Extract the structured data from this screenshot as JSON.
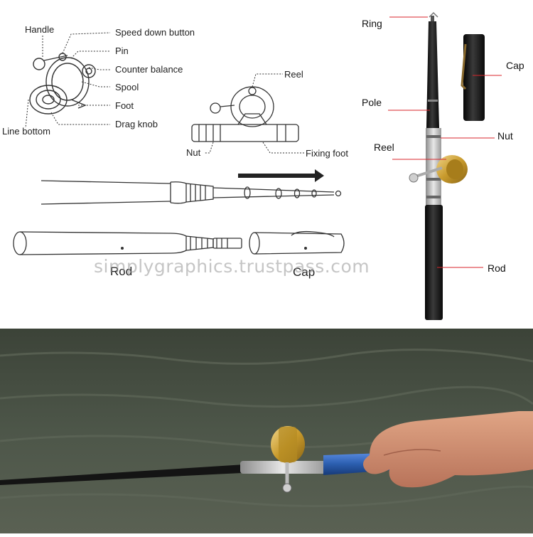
{
  "diagram": {
    "reel_callouts": {
      "handle": "Handle",
      "speed_down_button": "Speed down button",
      "pin": "Pin",
      "counter_balance": "Counter balance",
      "spool": "Spool",
      "foot": "Foot",
      "drag_knob": "Drag knob",
      "line_bottom": "Line bottom"
    },
    "mount_callouts": {
      "reel": "Reel",
      "nut": "Nut",
      "fixing_foot": "Fixing foot"
    },
    "parts": {
      "rod": "Rod",
      "cap": "Cap"
    },
    "watermark": "simplygraphics.trustpass.com"
  },
  "photo_labels": {
    "ring": "Ring",
    "cap": "Cap",
    "pole": "Pole",
    "nut": "Nut",
    "reel": "Reel",
    "rod": "Rod"
  },
  "colors": {
    "callout_line": "#d9262b",
    "rod_body": "#111111",
    "reel_gold": "#c9a227",
    "handle_blue": "#2c5fb0",
    "water": "#4b5548"
  }
}
